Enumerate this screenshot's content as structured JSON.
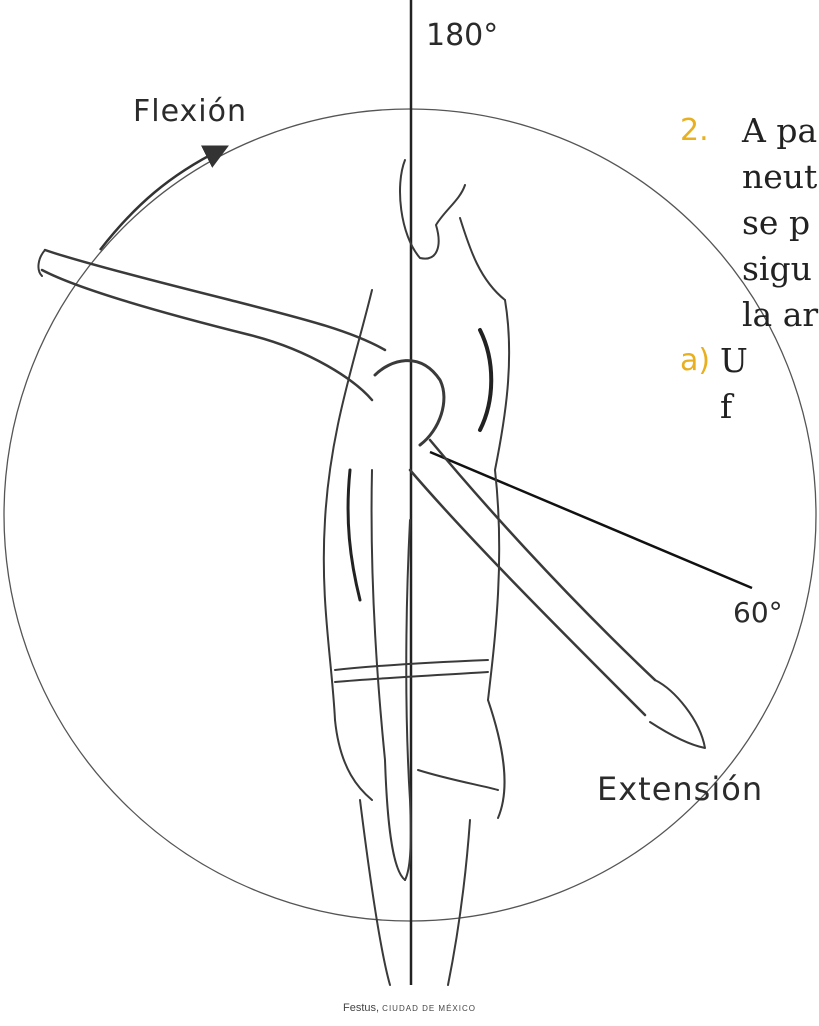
{
  "labels": {
    "flexion": "Flexión",
    "deg_180": "180°",
    "deg_60": "60°",
    "extension": "Extensión"
  },
  "credit": {
    "name": "Festus,",
    "city": "CIUDAD DE MÉXICO"
  },
  "text_fragment": {
    "number": "2.",
    "lines": [
      "A pa",
      "neut",
      "se p",
      "sigu",
      "la ar"
    ],
    "sub_letter": "a)",
    "sub_lines": [
      "U",
      "f"
    ]
  },
  "colors": {
    "accent": "#e8b020",
    "ink": "#2b2b2b"
  }
}
